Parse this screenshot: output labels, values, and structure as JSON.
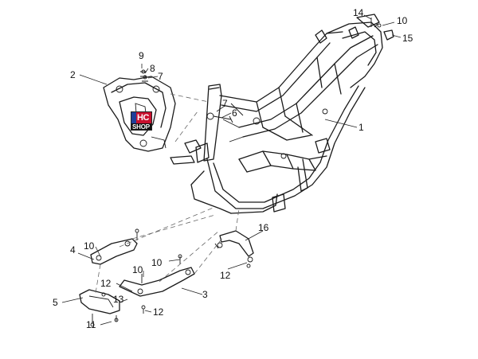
{
  "callouts": {
    "c1": "1",
    "c2": "2",
    "c3": "3",
    "c4": "4",
    "c5": "5",
    "c6": "6",
    "c7a": "7",
    "c7b": "7",
    "c8": "8",
    "c9": "9",
    "c10a": "10",
    "c10b": "10",
    "c10c": "10",
    "c10d": "10",
    "c11": "11",
    "c12a": "12",
    "c12b": "12",
    "c12c": "12",
    "c13": "13",
    "c14": "14",
    "c15": "15",
    "c16": "16"
  },
  "logo": {
    "line1": "HC",
    "line2": "SHOP"
  }
}
